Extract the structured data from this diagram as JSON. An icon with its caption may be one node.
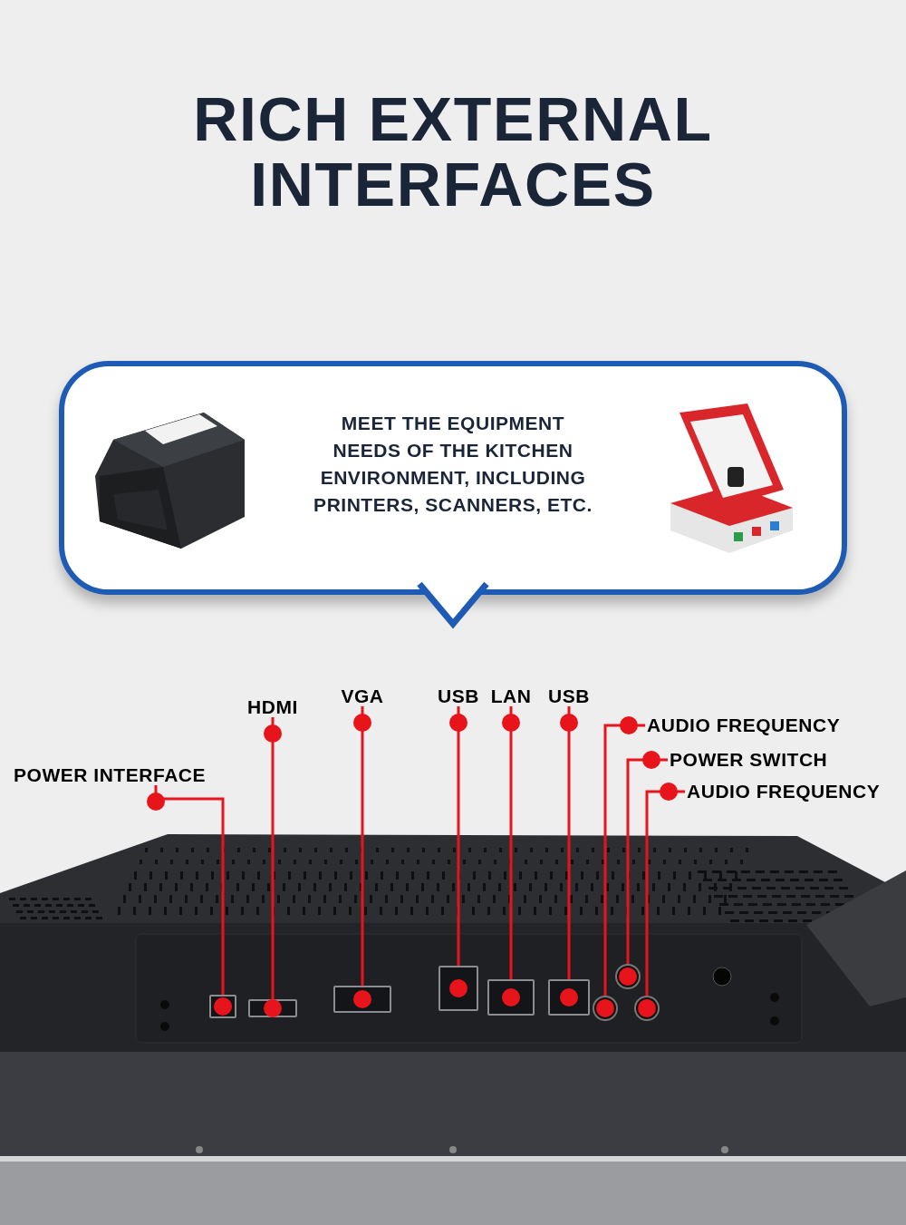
{
  "diagram": {
    "title": "RICH EXTERNAL INTERFACES",
    "nodes": [
      {
        "text": [
          "MEET THE EQUIPMENT NEEDS OF THE KITCHEN ENVIRONMENT, INCLUDING PRINTERS, SCANNERS, ETC."
        ]
      },
      {
        "text": [
          "POWER INTERFACE"
        ]
      },
      {
        "text": [
          "HDMI"
        ]
      },
      {
        "text": [
          "VGA"
        ]
      },
      {
        "text": [
          "USB"
        ]
      },
      {
        "text": [
          "LAN"
        ]
      },
      {
        "text": [
          "USB"
        ]
      },
      {
        "text": [
          "AUDIO FREQUENCY"
        ]
      },
      {
        "text": [
          "POWER SWITCH"
        ]
      },
      {
        "text": [
          "AUDIO FREQUENCY"
        ]
      },
      {
        "text": [],
        "shape": "box"
      },
      {
        "text": [],
        "shape": "box"
      },
      {
        "text": [],
        "shape": "box"
      },
      {
        "text": [],
        "shape": "box"
      },
      {
        "text": [],
        "shape": "box"
      },
      {
        "text": [],
        "shape": "box"
      },
      {
        "text": [],
        "shape": "circle"
      },
      {
        "text": [],
        "shape": "circle"
      },
      {
        "text": [],
        "shape": "circle"
      }
    ],
    "edges": [
      {
        "from": 1,
        "to": 10,
        "arrow": "other",
        "color": "#e8141b"
      },
      {
        "from": 2,
        "to": 11,
        "arrow": "other",
        "color": "#e8141b"
      },
      {
        "from": 3,
        "to": 12,
        "arrow": "other",
        "color": "#e8141b"
      },
      {
        "from": 4,
        "to": 13,
        "arrow": "other",
        "color": "#e8141b"
      },
      {
        "from": 5,
        "to": 14,
        "arrow": "other",
        "color": "#e8141b"
      },
      {
        "from": 6,
        "to": 15,
        "arrow": "other",
        "color": "#e8141b"
      },
      {
        "from": 7,
        "to": 16,
        "arrow": "other",
        "color": "#e8141b"
      },
      {
        "from": 8,
        "to": 17,
        "arrow": "other",
        "color": "#e8141b"
      },
      {
        "from": 9,
        "to": 18,
        "arrow": "other",
        "color": "#e8141b"
      }
    ]
  }
}
